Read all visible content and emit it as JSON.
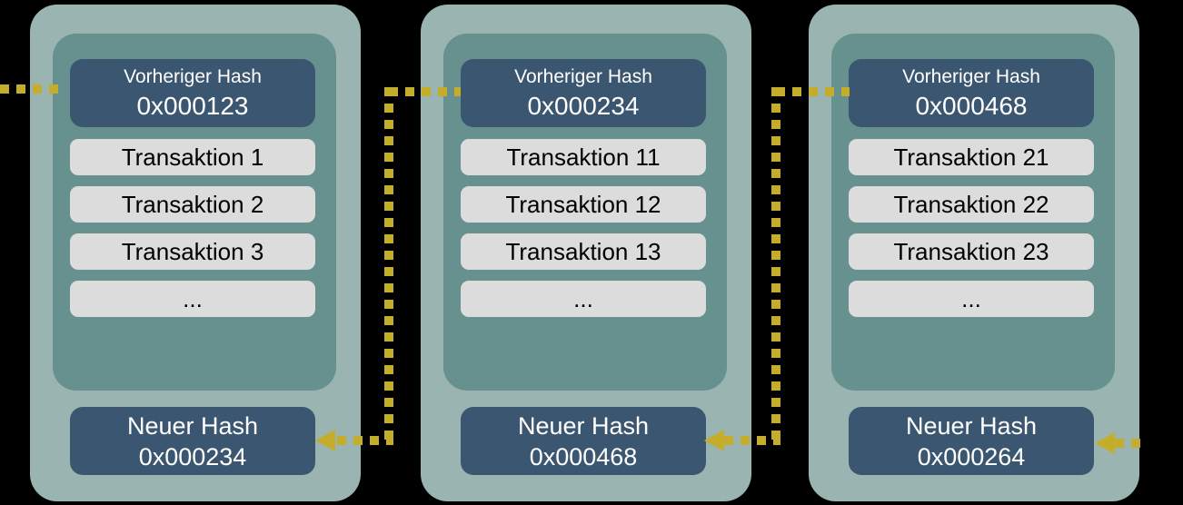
{
  "diagram": {
    "type": "blockchain",
    "blocks": [
      {
        "prev_label": "Vorheriger Hash",
        "prev_hash": "0x000123",
        "transactions": [
          "Transaktion 1",
          "Transaktion 2",
          "Transaktion 3",
          "..."
        ],
        "new_label": "Neuer Hash",
        "new_hash": "0x000234"
      },
      {
        "prev_label": "Vorheriger Hash",
        "prev_hash": "0x000234",
        "transactions": [
          "Transaktion 11",
          "Transaktion 12",
          "Transaktion 13",
          "..."
        ],
        "new_label": "Neuer Hash",
        "new_hash": "0x000468"
      },
      {
        "prev_label": "Vorheriger Hash",
        "prev_hash": "0x000468",
        "transactions": [
          "Transaktion 21",
          "Transaktion 22",
          "Transaktion 23",
          "..."
        ],
        "new_label": "Neuer Hash",
        "new_hash": "0x000264"
      }
    ]
  },
  "colors": {
    "background": "#000000",
    "block-outer": "#9ab4b1",
    "block-inner": "#67918e",
    "hash-box": "#3b5670",
    "transaction-row": "#dcdcdc",
    "connector": "#c4ad2a",
    "hash-text": "#ffffff",
    "transaction-text": "#000000"
  }
}
